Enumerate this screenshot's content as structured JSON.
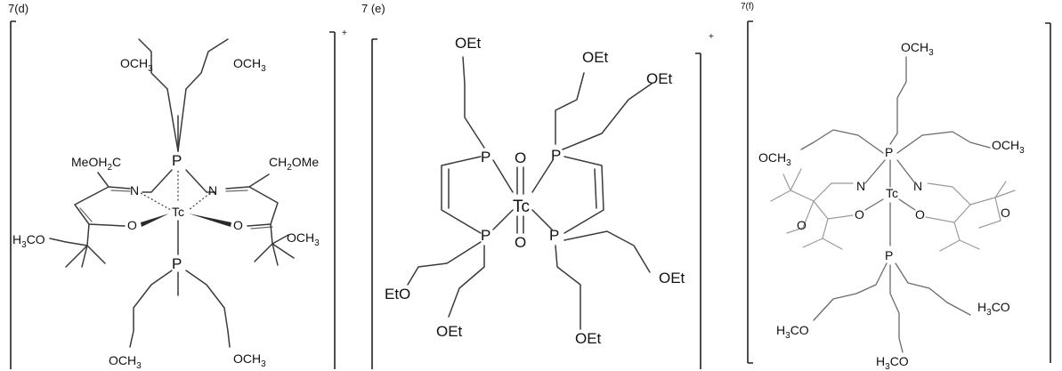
{
  "panels": {
    "d": {
      "label": "7(d)",
      "charge": "+",
      "atoms": {
        "tc": "Tc",
        "p_top": "P",
        "p_bot": "P",
        "n_left": "N",
        "n_right": "N",
        "o_left": "O",
        "o_right": "O",
        "och3_top_left": "OCH",
        "och3_top_right": "OCH",
        "och3_bot_left": "OCH",
        "och3_bot_right": "OCH",
        "och3_mid_right": "OCH",
        "sub3": "3",
        "meoh2c": "MeOH",
        "meoh2c_sub": "2",
        "meoh2c_c": "C",
        "ch2ome": "CH",
        "ch2ome_sub": "2",
        "ch2ome_tail": "OMe",
        "h3co": "H",
        "h3co_sub": "3",
        "h3co_tail": "CO"
      }
    },
    "e": {
      "label": "7 (e)",
      "charge": "+",
      "atoms": {
        "tc": "Tc",
        "o_top": "O",
        "o_bot": "O",
        "p_tl": "P",
        "p_tr": "P",
        "p_bl": "P",
        "p_br": "P",
        "oet_tl": "OEt",
        "oet_tr1": "OEt",
        "oet_tr2": "OEt",
        "eto_bl": "EtO",
        "oet_bl2": "OEt",
        "oet_br1": "OEt",
        "oet_br2": "OEt"
      }
    },
    "f": {
      "label": "7(f)",
      "atoms": {
        "tc": "Tc",
        "p_top": "P",
        "p_bot": "P",
        "n_left": "N",
        "n_right": "N",
        "o_left": "O",
        "o_right": "O",
        "o_ring_left": "O",
        "o_ring_right": "O",
        "och3_top": "OCH",
        "och3_left": "OCH",
        "och3_right": "OCH",
        "sub3": "3",
        "h3co_left": "H",
        "h3co_right": "H",
        "h3co_bot": "H",
        "h3co_sub": "3",
        "h3co_tail": "CO"
      }
    }
  }
}
